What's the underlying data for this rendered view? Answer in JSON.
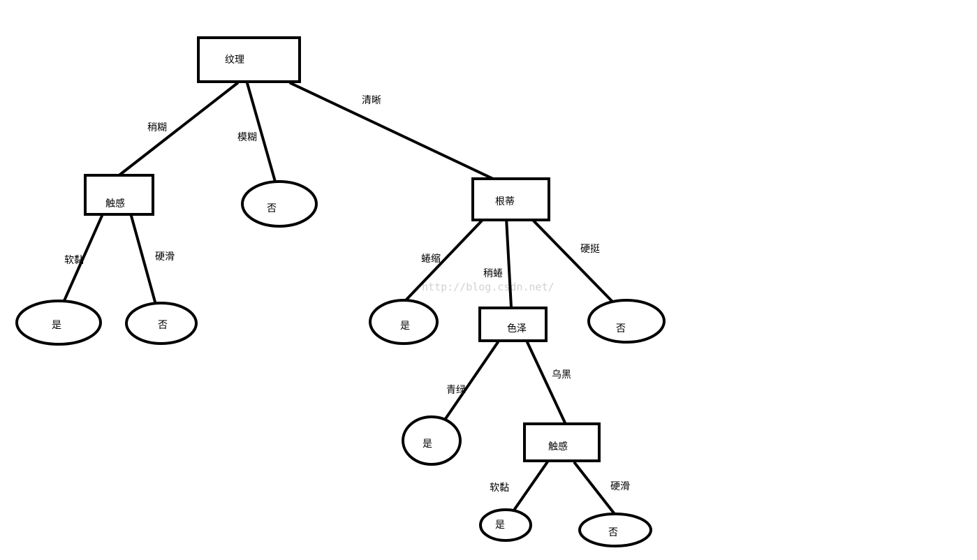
{
  "nodes": {
    "root": "纹理",
    "touch_left": "触感",
    "root_stem": "根蒂",
    "color": "色泽",
    "touch_right": "触感"
  },
  "leaves": {
    "mohu_no": "否",
    "ruannian_yes": "是",
    "yinghua_no": "否",
    "quansuo_yes": "是",
    "yingting_no": "否",
    "qinglv_yes": "是",
    "ruannian2_yes": "是",
    "yinghua2_no": "否"
  },
  "edges": {
    "shaohu": "稍糊",
    "mohu": "模糊",
    "qingxi": "清晰",
    "ruannian": "软黏",
    "yinghua": "硬滑",
    "quansuo": "蜷缩",
    "shaoquan": "稍蜷",
    "yingting": "硬挺",
    "qinglv": "青绿",
    "wuhei": "乌黑",
    "ruannian2": "软黏",
    "yinghua2": "硬滑"
  },
  "watermark": "http://blog.csdn.net/"
}
